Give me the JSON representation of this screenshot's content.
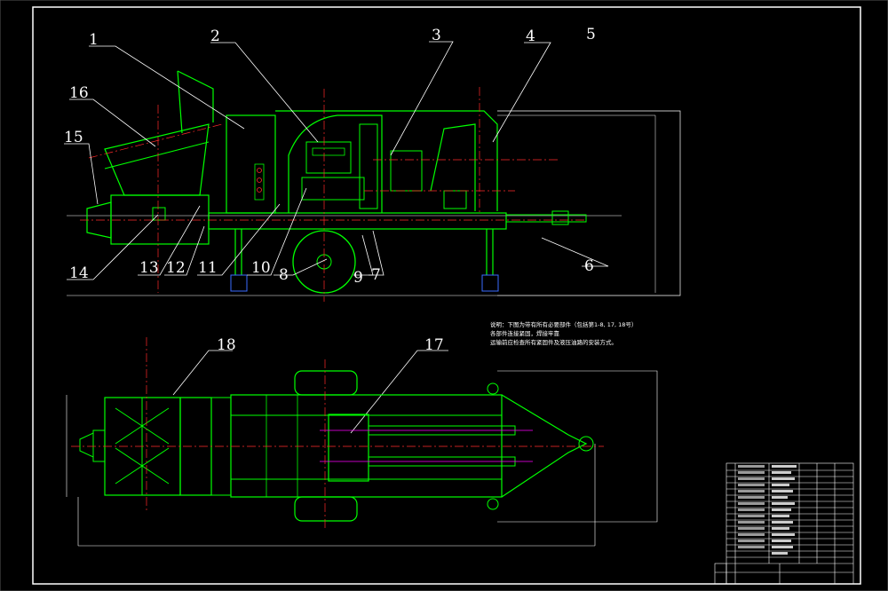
{
  "drawing": {
    "part_labels": [
      {
        "id": "label-1",
        "text": "1"
      },
      {
        "id": "label-2",
        "text": "2"
      },
      {
        "id": "label-3",
        "text": "3"
      },
      {
        "id": "label-4",
        "text": "4"
      },
      {
        "id": "label-5",
        "text": "5"
      },
      {
        "id": "label-6",
        "text": "6"
      },
      {
        "id": "label-7",
        "text": "7"
      },
      {
        "id": "label-8",
        "text": "8"
      },
      {
        "id": "label-9",
        "text": "9"
      },
      {
        "id": "label-10",
        "text": "10"
      },
      {
        "id": "label-11",
        "text": "11"
      },
      {
        "id": "label-12",
        "text": "12"
      },
      {
        "id": "label-13",
        "text": "13"
      },
      {
        "id": "label-14",
        "text": "14"
      },
      {
        "id": "label-15",
        "text": "15"
      },
      {
        "id": "label-16",
        "text": "16"
      },
      {
        "id": "label-17",
        "text": "17"
      },
      {
        "id": "label-18",
        "text": "18"
      }
    ],
    "notes": [
      "说明：下图为带有所有必要部件（包括第1-8, 17, 18号）",
      "各部件连接紧固，焊接牢靠",
      "运输前应检查所有紧固件及液压油路的安装方式。"
    ],
    "colors": {
      "background": "#000000",
      "outline": "#00ff00",
      "centerline": "#ff2a2a",
      "text": "#ffffff",
      "frame": "#ffffff",
      "accent": "#ff00ff",
      "aux": "#3a6bff"
    }
  }
}
